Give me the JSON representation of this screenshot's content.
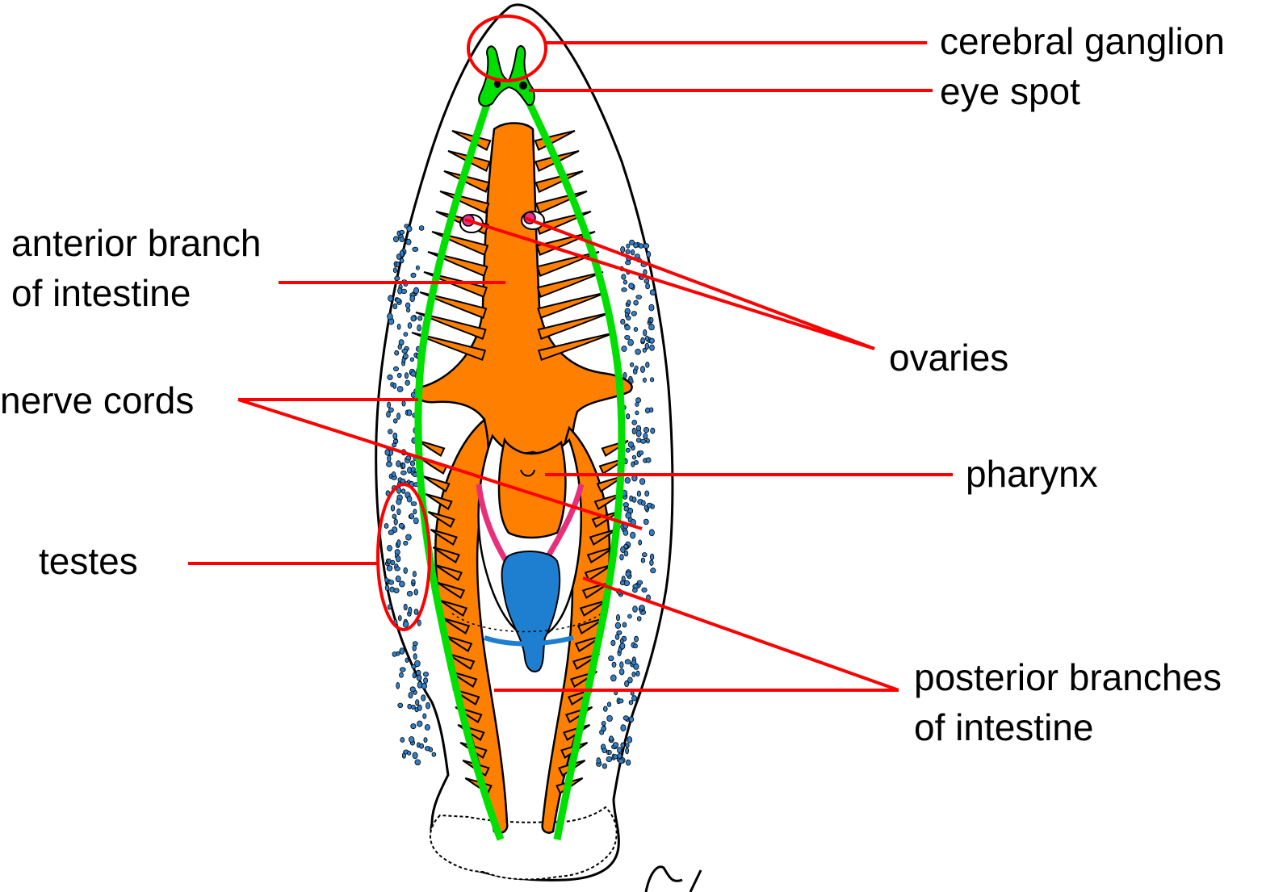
{
  "labels": {
    "cerebral_ganglion": "cerebral ganglion",
    "eye_spot": "eye spot",
    "anterior_branch_line1": "anterior branch",
    "anterior_branch_line2": "of intestine",
    "ovaries": "ovaries",
    "nerve_cords": "nerve cords",
    "pharynx": "pharynx",
    "testes": "testes",
    "posterior_branches_line1": "posterior branches",
    "posterior_branches_line2": "of intestine"
  },
  "colors": {
    "leader_line": "#ff0000",
    "outline": "#000000",
    "intestine": "#ff8000",
    "nerve": "#00e000",
    "ovary": "#e8308a",
    "testes_dots": "#2f80c8",
    "reproductive_blue": "#1e7fd0",
    "pharynx_tube": "#e8307a",
    "background": "#ffffff"
  }
}
